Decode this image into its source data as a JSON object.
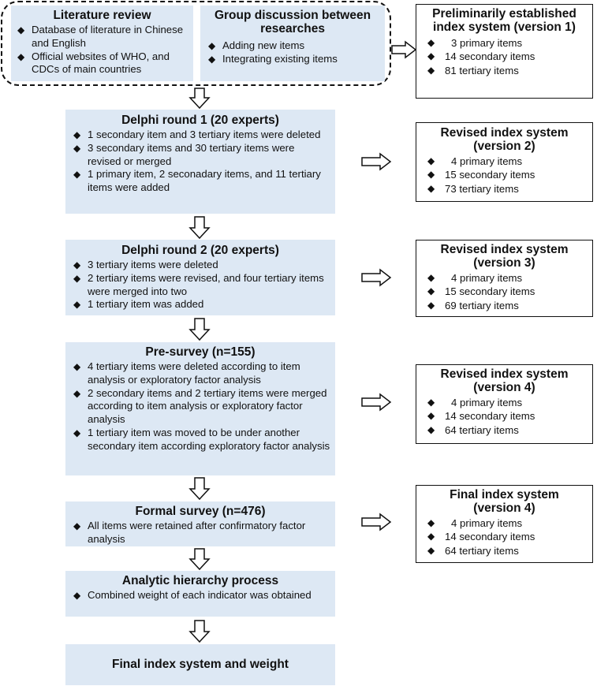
{
  "lit_review": {
    "title": "Literature review",
    "items": [
      "Database of literature in Chinese and English",
      "Official websites of WHO, and CDCs of main countries"
    ]
  },
  "group_discussion": {
    "title": "Group discussion between researches",
    "items": [
      "Adding new items",
      "Integrating existing items"
    ]
  },
  "delphi1": {
    "title": "Delphi round 1 (20 experts)",
    "items": [
      "1 secondary item and 3 tertiary items were deleted",
      "3 secondary items and 30 tertiary items were revised or merged",
      "1 primary item, 2 seconadary items, and 11 tertiary items were added"
    ]
  },
  "delphi2": {
    "title": "Delphi round 2 (20 experts)",
    "items": [
      "3 tertiary items were deleted",
      "2 tertiary items were revised, and four tertiary items were merged into two",
      "1 tertiary item was added"
    ]
  },
  "presurvey": {
    "title": "Pre-survey (n=155)",
    "items": [
      "4 tertiary items were deleted according to item analysis or exploratory factor analysis",
      "2 secondary items and 2 tertiary items were merged according to item analysis or exploratory factor analysis",
      "1 tertiary item was moved to be under another secondary item according exploratory factor analysis"
    ]
  },
  "formal": {
    "title": "Formal survey (n=476)",
    "items": [
      "All items were retained after confirmatory factor analysis"
    ]
  },
  "ahp": {
    "title": "Analytic hierarchy process",
    "items": [
      "Combined weight of each indicator was obtained"
    ]
  },
  "final": {
    "title": "Final index system and weight"
  },
  "side": [
    {
      "title": "Preliminarily established index system (version 1)",
      "items": [
        "3 primary items",
        "14 secondary items",
        "81 tertiary items"
      ]
    },
    {
      "title": "Revised index system (version 2)",
      "items": [
        "4 primary items",
        "15 secondary items",
        "73 tertiary items"
      ]
    },
    {
      "title": "Revised index system (version 3)",
      "items": [
        "4 primary items",
        "15 secondary items",
        "69 tertiary items"
      ]
    },
    {
      "title": "Revised index system (version 4)",
      "items": [
        "4 primary items",
        "14 secondary items",
        "64 tertiary items"
      ]
    },
    {
      "title": "Final index system (version 4)",
      "items": [
        "4 primary items",
        "14 secondary items",
        "64 tertiary items"
      ]
    }
  ]
}
